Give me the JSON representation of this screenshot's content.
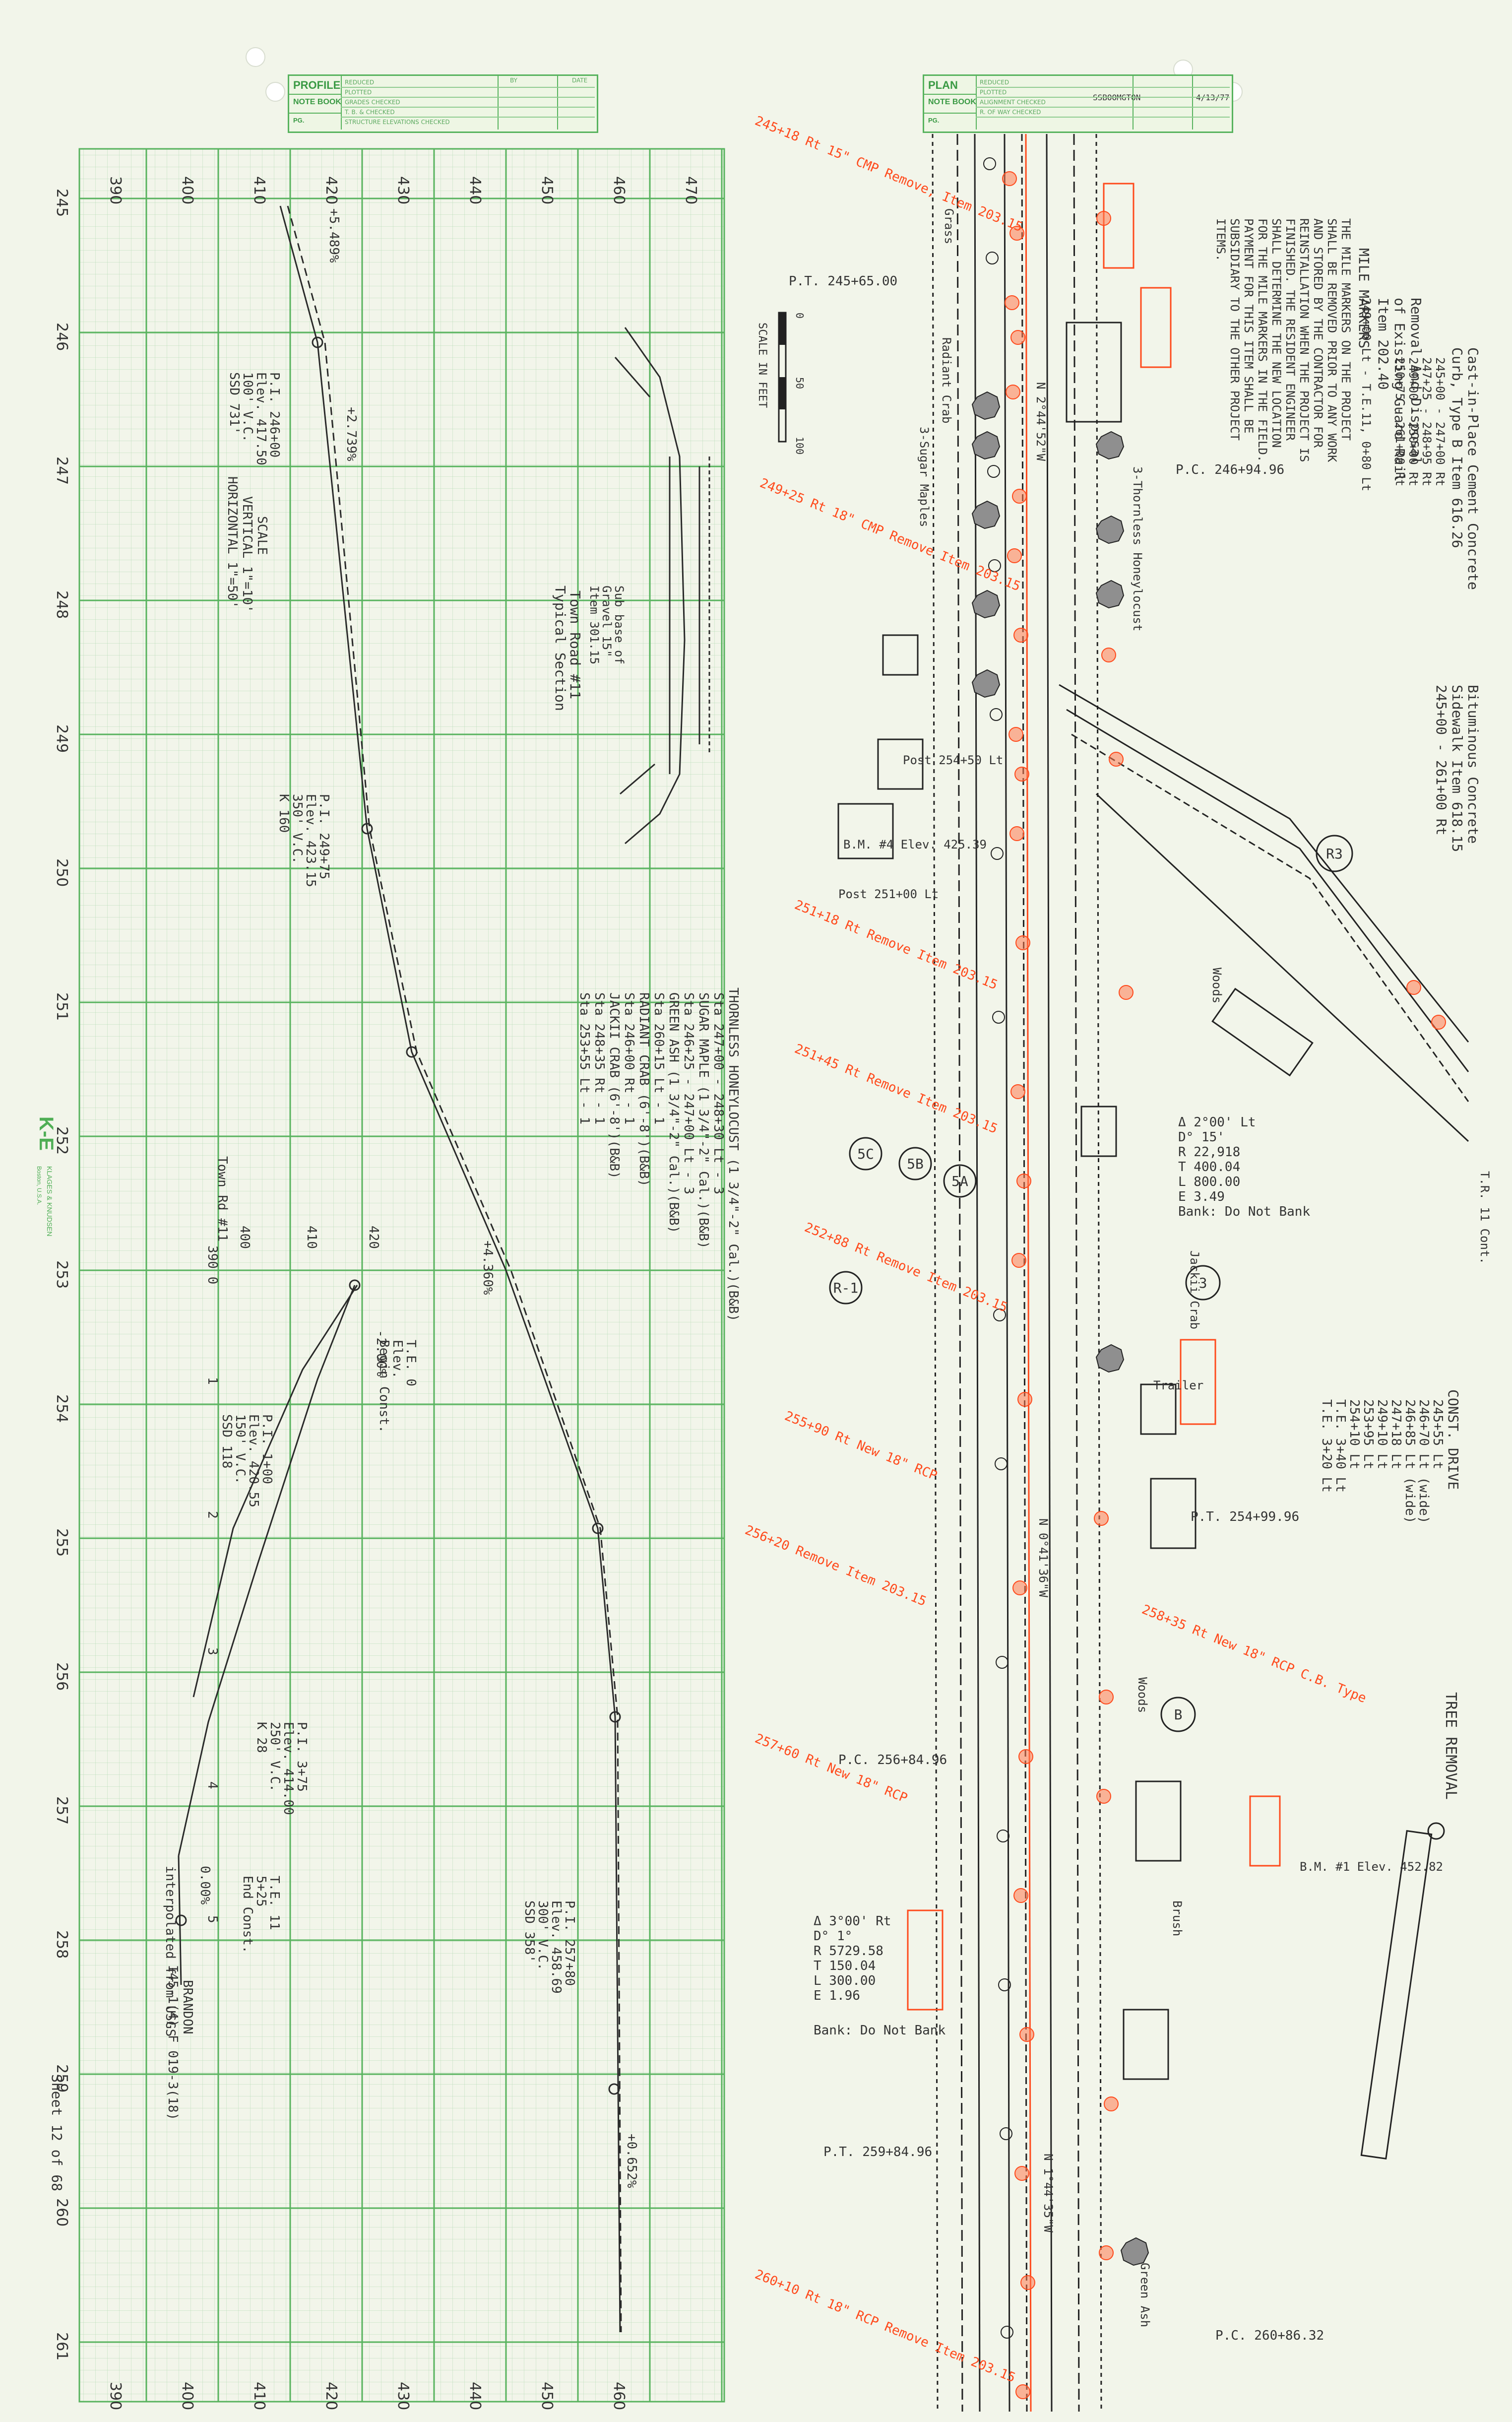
{
  "profile_title_block": {
    "title": "PROFILE",
    "notebook_label": "NOTE BOOK",
    "rows": [
      "REDUCED",
      "PLOTTED",
      "GRADES CHECKED",
      "T. B. & CHECKED",
      "STRUCTURE ELEVATIONS CHECKED"
    ],
    "by_label": "BY",
    "date_label": "DATE",
    "pg_label": "PG."
  },
  "plan_title_block": {
    "title": "PLAN",
    "notebook_label": "NOTE BOOK",
    "rows": [
      "REDUCED",
      "PLOTTED",
      "ALIGNMENT CHECKED",
      "R. OF WAY CHECKED"
    ],
    "by_value": "SSBOOMGTON",
    "date_value": "4/13/77",
    "pg_label": "PG."
  },
  "profile_grid": {
    "elevation_labels": [
      "470",
      "460",
      "450",
      "440",
      "430",
      "420",
      "410",
      "400",
      "390"
    ],
    "station_labels": [
      "245",
      "246",
      "247",
      "248",
      "249",
      "250",
      "251",
      "252",
      "253",
      "254",
      "255",
      "256",
      "257",
      "258",
      "259",
      "260",
      "261"
    ],
    "bottom_elevation_labels": [
      "460",
      "450",
      "440",
      "430",
      "420",
      "410",
      "400",
      "390"
    ]
  },
  "profile_annotations": {
    "grade_1": "+5.489%",
    "grade_2": "+2.739%",
    "grade_3": "+4.360%",
    "grade_4": "+0.652%",
    "grade_5": "-2.00%",
    "grade_6": "0.00%",
    "pi_1": [
      "P.I. 246+00",
      "Elev. 417.50",
      "100' V.C.",
      "SSD 731'"
    ],
    "pi_2": [
      "P.I. 249+75",
      "Elev. 423.15",
      "350' V.C.",
      "K 160"
    ],
    "pi_3": [
      "P.I. 257+80",
      "Elev. 458.69",
      "300' V.C.",
      "SSD 358'"
    ],
    "pi_4": [
      "P.I. 1+00",
      "Elev. 420.55",
      "150' V.C.",
      "SSD 118"
    ],
    "pi_5": [
      "P.I. 3+75",
      "Elev. 414.00",
      "250' V.C.",
      "K 28"
    ],
    "te_1": [
      "T.E. 0",
      "Elev.",
      "Begin Const."
    ],
    "te_2": [
      "T.E. 11",
      "5+25",
      "End Const."
    ],
    "interpolated": "interpolated from USGS",
    "scale": [
      "SCALE",
      "VERTICAL 1\"=10'",
      "HORIZONTAL 1\"=50'"
    ],
    "town_road": "Town Rd #11",
    "town_road_stations": [
      "390 0",
      "1",
      "2",
      "3",
      "4",
      "5",
      "400",
      "410",
      "420"
    ],
    "brandon": [
      "BRANDON",
      "I45-1(4) F 019-3(18)"
    ],
    "sheet": "Sheet 12 of 68"
  },
  "notes": {
    "mile_markers_title": "MILE MARKERS",
    "mile_markers_text": [
      "THE MILE MARKERS ON THE PROJECT",
      "SHALL BE REMOVED PRIOR TO ANY WORK",
      "AND STORED BY THE CONTRACTOR FOR",
      "REINSTALLATION WHEN THE PROJECT IS",
      "FINISHED. THE RESIDENT ENGINEER",
      "SHALL DETERMINE THE NEW LOCATION",
      "FOR THE MILE MARKERS IN THE FIELD.",
      "PAYMENT FOR THIS ITEM SHALL BE",
      "SUBSIDIARY TO THE OTHER PROJECT",
      "ITEMS."
    ],
    "removal_title": [
      "Removal And Disposal",
      "of Existing Guard Rail",
      "Item 202.40",
      "249+00 Lt - T.E.11, 0+80 Lt"
    ],
    "curb_title": [
      "Cast-in-Place Cement Concrete",
      "Curb, Type B Item 616.26"
    ],
    "curb_stations": [
      "245+00 - 247+00 Rt",
      "247+25 - 248+95 Rt",
      "249+00 - 250+00 Rt",
      "250+75 - 261+00 Rt"
    ],
    "sidewalk_title": [
      "Bituminous Concrete",
      "Sidewalk Item 618.15",
      "245+00 - 261+00 Rt"
    ],
    "const_drive_title": "CONST. DRIVE",
    "const_drive_entries": [
      "245+55 Lt",
      "246+70 Lt (wide)",
      "246+85 Lt (wide)",
      "247+18 Lt",
      "249+10 Lt",
      "253+95 Lt",
      "254+10 Lt",
      "T.E. 3+40 Lt",
      "T.E. 3+20 Lt"
    ],
    "tree_removal": "TREE REMOVAL",
    "planting_title": "THORNLESS HONEYLOCUST (1 3/4\"-2\" Cal.)(B&B)",
    "planting_lines": [
      "Sta 247+00 - 248+30 Lt - 3",
      "SUGAR MAPLE (1 3/4\"-2\" Cal.)(B&B)",
      "Sta 246+25 - 247+00 Lt - 3",
      "GREEN ASH (1 3/4\"-2\" Cal.)(B&B)",
      "Sta 260+15 Lt - 1",
      "RADIANT CRAB (6'-8')(B&B)",
      "Sta 246+00 Rt - 1",
      "JACKII CRAB (6'-8')(B&B)",
      "Sta 248+35 Rt - 1",
      "Sta 253+55 Lt - 1"
    ],
    "typical_section": [
      "Town Road #11",
      "Typical Section"
    ],
    "subbase": [
      "Sub base of",
      "Gravel 15\"",
      "Item 301.15"
    ],
    "scale_in_feet": "SCALE IN FEET",
    "scale_ticks": [
      "0",
      "50",
      "100"
    ]
  },
  "plan_annotations": {
    "curve_pts": [
      "P.T. 245+65.00",
      "P.C. 246+94.96",
      "P.T. 254+99.96",
      "P.C. 256+84.96",
      "P.T. 259+84.96",
      "P.C. 260+86.32"
    ],
    "bearings": [
      "N 2°44'52\"W",
      "N 0°41'36\"W",
      "N 1°44'35\"W"
    ],
    "curve_data_1": [
      "Δ 2°00' Lt",
      "D° 15'",
      "R 22,918",
      "T 400.04",
      "L 800.00",
      "E 3.49",
      "Bank: Do Not Bank"
    ],
    "curve_data_2": [
      "Δ 3°00' Rt",
      "D° 1°",
      "R 5729.58",
      "T 150.04",
      "L 300.00",
      "E 1.96",
      "Bank: Do Not Bank"
    ],
    "items_red": [
      "245+18 Rt 15\" CMP Remove, Item 203.15",
      "249+25 Rt 18\" CMP Remove Item 203.15",
      "251+18 Rt Remove Item 203.15",
      "251+45 Rt Remove Item 203.15",
      "252+88 Rt Remove Item 203.15",
      "255+90 Rt New 18\" RCP",
      "256+20 Remove Item 203.15",
      "257+60 Rt New 18\" RCP",
      "260+10 Rt 18\" RCP Remove Item 203.15",
      "258+35 Rt New 18\" RCP C.B. Type"
    ],
    "labels": [
      "Grass",
      "Woods",
      "Trailer",
      "Brush",
      "Green Ash",
      "Radiant Crab",
      "Jackii Crab",
      "3-Sugar Maples",
      "3-Thornless Honeylocust",
      "Woods"
    ],
    "markers": [
      "R3",
      "5C",
      "5B",
      "5A",
      "R-1",
      "3",
      "B"
    ],
    "boxes": [
      "B.M. #4 Elev. 425.39",
      "B.M. #1 Elev. 452.82",
      "Post 254+50 Lt",
      "Post 251+00 Lt"
    ],
    "ti_cont": "T.R. 11 Cont."
  },
  "firm": [
    "K-E",
    "KLAGES & KNUDSEN",
    "Boston, U.S.A."
  ]
}
